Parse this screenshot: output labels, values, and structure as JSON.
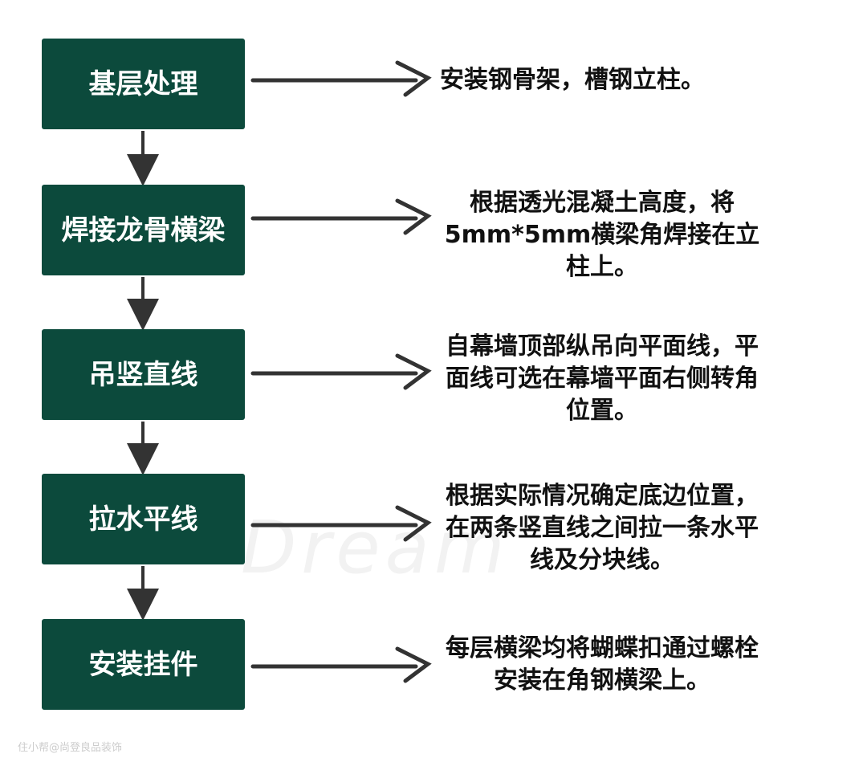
{
  "steps": [
    {
      "label": "基层处理",
      "description": "安装钢骨架，槽钢立柱。"
    },
    {
      "label": "焊接龙骨横梁",
      "description": "根据透光混凝土高度，将5mm*5mm横梁角焊接在立柱上。"
    },
    {
      "label": "吊竖直线",
      "description": "自幕墙顶部纵吊向平面线，平面线可选在幕墙平面右侧转角位置。"
    },
    {
      "label": "拉水平线",
      "description": "根据实际情况确定底边位置，在两条竖直线之间拉一条水平线及分块线。"
    },
    {
      "label": "安装挂件",
      "description": "每层横梁均将蝴蝶扣通过螺栓安装在角钢横梁上。"
    }
  ],
  "watermark": "住小帮@尚登良品装饰",
  "background_watermark": "Dream",
  "colors": {
    "box": "#0c4a3c",
    "arrow": "#333333"
  }
}
